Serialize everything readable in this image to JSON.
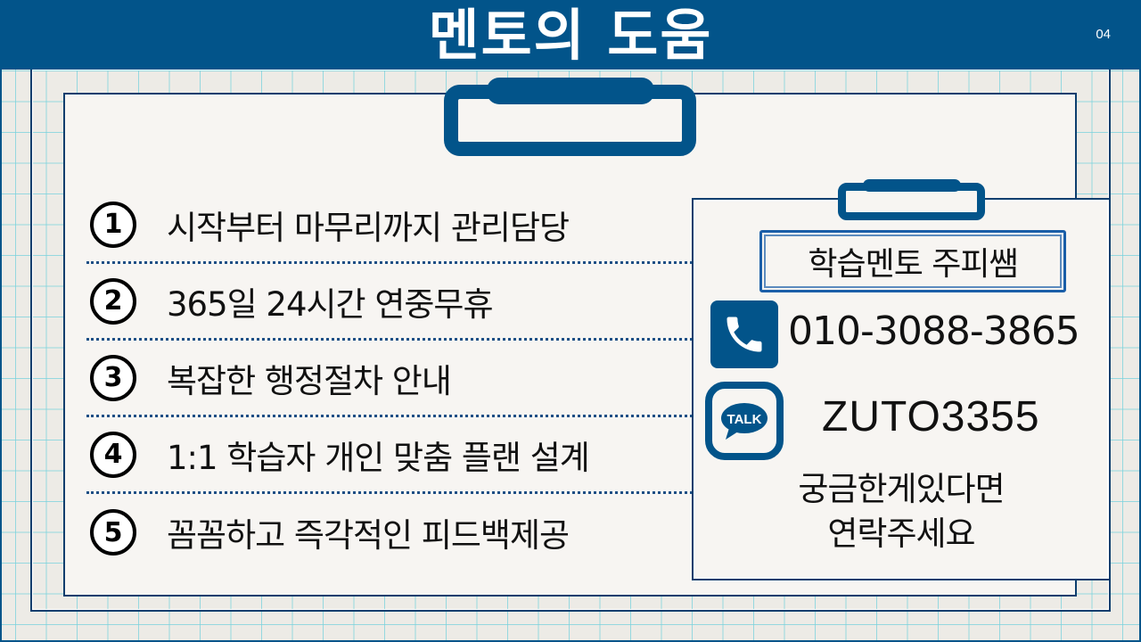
{
  "header": {
    "title": "멘토의 도움",
    "page_number": "04"
  },
  "colors": {
    "primary": "#02548a",
    "frame": "#0c3e6e",
    "card_bg": "#f7f5f2",
    "grid_bg": "#edebe6",
    "grid_line": "#78d2dc",
    "name_box": "#1a5ea8"
  },
  "services": [
    {
      "number": "1",
      "text": "시작부터 마무리까지 관리담당"
    },
    {
      "number": "2",
      "text": " 365일 24시간 연중무휴"
    },
    {
      "number": "3",
      "text": "복잡한 행정절차 안내"
    },
    {
      "number": "4",
      "text": "1:1 학습자 개인 맞춤 플랜 설계"
    },
    {
      "number": "5",
      "text": "꼼꼼하고 즉각적인 피드백제공"
    }
  ],
  "contact": {
    "name": "학습멘토 주피쌤",
    "phone_icon": "phone-icon",
    "phone": "010-3088-3865",
    "kakao_icon": "kakaotalk-icon",
    "kakao_icon_label": "TALK",
    "kakao_id": "ZUTO3355",
    "cta_line1": "궁금한게있다면",
    "cta_line2": "연락주세요"
  }
}
